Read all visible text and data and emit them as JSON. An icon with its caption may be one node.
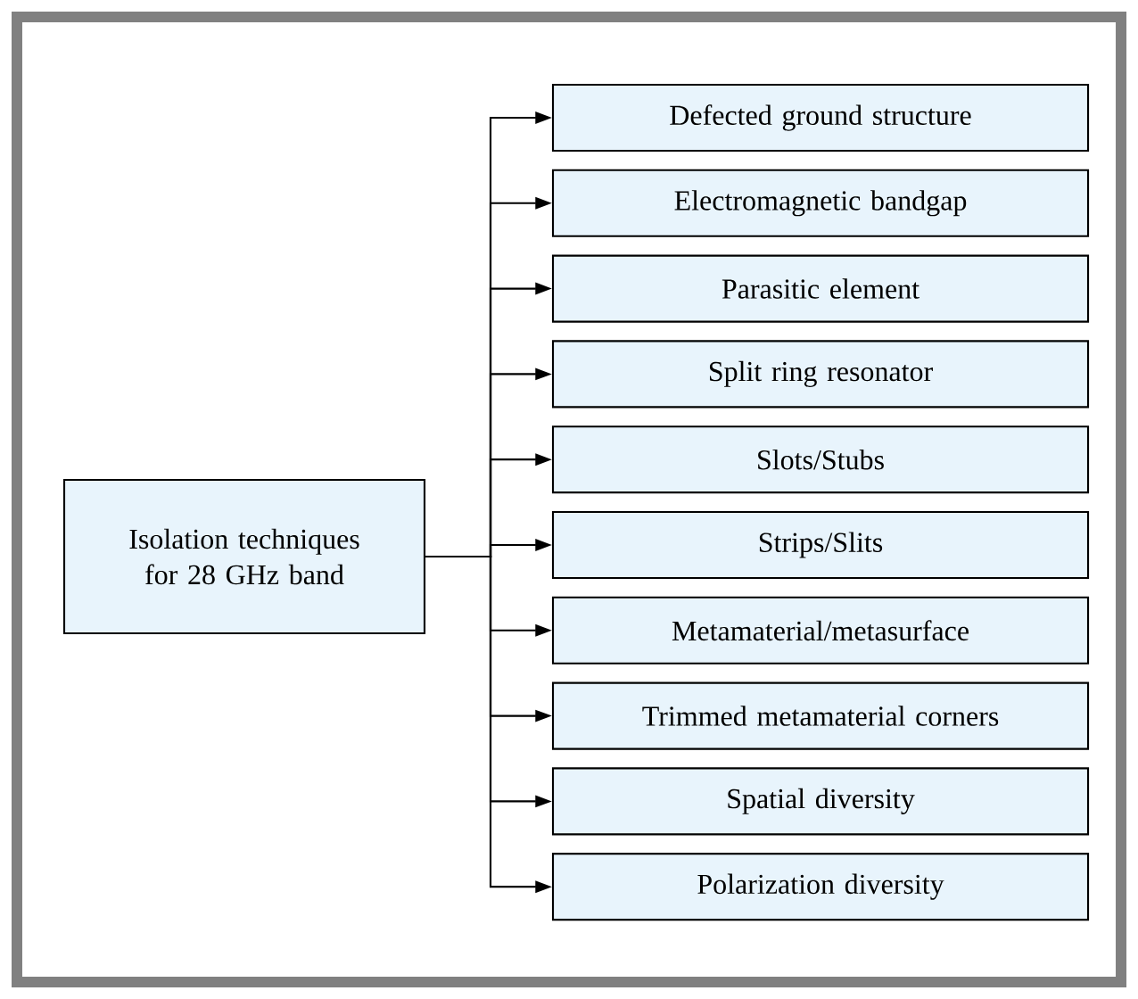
{
  "diagram": {
    "nodes": [
      {
        "text": [
          "Isolation techniques for 28 GHz band"
        ]
      },
      {
        "text": [
          "Defected ground structure"
        ]
      },
      {
        "text": [
          "Electromagnetic bandgap"
        ]
      },
      {
        "text": [
          "Parasitic element"
        ]
      },
      {
        "text": [
          "Split ring resonator"
        ]
      },
      {
        "text": [
          "Slots/Stubs"
        ]
      },
      {
        "text": [
          "Strips/Slits"
        ]
      },
      {
        "text": [
          "Metamaterial/metasurface"
        ]
      },
      {
        "text": [
          "Trimmed metamaterial corners"
        ]
      },
      {
        "text": [
          "Spatial diversity"
        ]
      },
      {
        "text": [
          "Polarization diversity"
        ]
      }
    ],
    "edges": [
      {
        "from": 0,
        "to": 1,
        "arrow": "to"
      },
      {
        "from": 0,
        "to": 2,
        "arrow": "to"
      },
      {
        "from": 0,
        "to": 3,
        "arrow": "to"
      },
      {
        "from": 0,
        "to": 4,
        "arrow": "to"
      },
      {
        "from": 0,
        "to": 5,
        "arrow": "to"
      },
      {
        "from": 0,
        "to": 6,
        "arrow": "to"
      },
      {
        "from": 0,
        "to": 7,
        "arrow": "to"
      },
      {
        "from": 0,
        "to": 8,
        "arrow": "to"
      },
      {
        "from": 0,
        "to": 9,
        "arrow": "to"
      },
      {
        "from": 0,
        "to": 10,
        "arrow": "to"
      }
    ]
  }
}
